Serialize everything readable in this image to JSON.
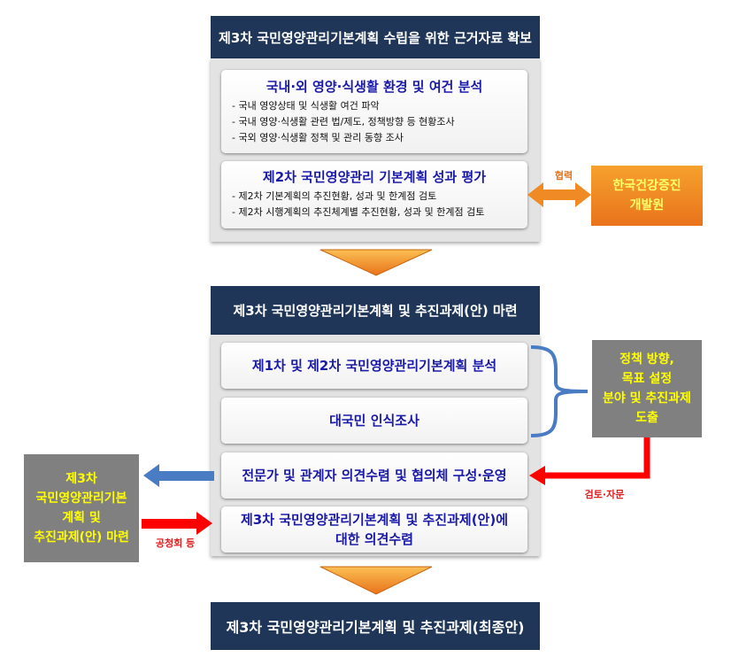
{
  "step1": {
    "header": "제3차 국민영양관리기본계획 수립을 위한 근거자료 확보",
    "card1": {
      "title": "국내·외 영양·식생활 환경 및 여건 분석",
      "items": [
        "- 국내 영양상태 및 식생활 여건 파악",
        "- 국내 영양·식생활 관련 법/제도, 정책방향 등 현황조사",
        "- 국외 영양·식생활 정책 및 관리 동향 조사"
      ]
    },
    "card2": {
      "title": "제2차 국민영양관리 기본계획 성과 평가",
      "items": [
        "- 제2차 기본계획의 추진현황, 성과 및 한계점 검토",
        "- 제2차 시행계획의 추진체계별 추진현황, 성과 및 한계점 검토"
      ]
    },
    "partner_label": "협력",
    "partner": [
      "한국건강증진",
      "개발원"
    ]
  },
  "step2": {
    "header": "제3차 국민영양관리기본계획 및 추진과제(안) 마련",
    "cards": [
      [
        "제1차 및 제2차 국민영양관리기본계획 분석"
      ],
      [
        "대국민 인식조사"
      ],
      [
        "전문가 및 관계자 의견수렴 및 협의체 구성·운영"
      ],
      [
        "제3차 국민영양관리기본계획 및 추진과제(안)에",
        "대한 의견수렴"
      ]
    ],
    "policy_box": [
      "정책 방향,",
      "목표 설정",
      "분야 및 추진과제",
      "도출"
    ],
    "review_label": "검토·자문",
    "left_box": [
      "제3차",
      "국민영양관리기본",
      "계획 및",
      "추진과제(안) 마련"
    ],
    "hearing_label": "공청회 등"
  },
  "final": {
    "header": "제3차 국민영양관리기본계획  및 추진과제(최종안)"
  },
  "colors": {
    "navy": "#1f3659",
    "card_title": "#1a1aa8",
    "orange": "#f08a24",
    "gray_box": "#808080",
    "gray_text": "#ffff00",
    "red_arrow": "#ff0000",
    "blue_arrow": "#4a7cc4"
  }
}
